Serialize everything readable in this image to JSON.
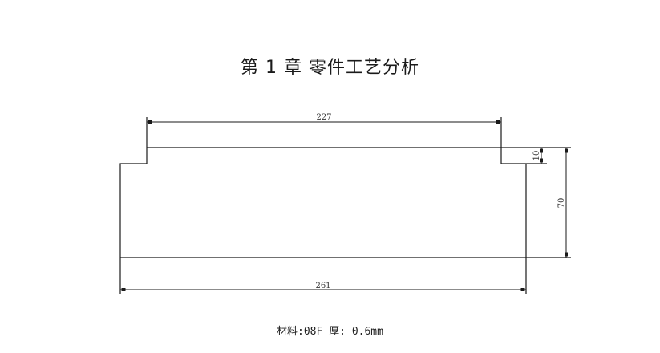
{
  "title": "第 1 章  零件工艺分析",
  "drawing": {
    "dimensions": {
      "top_width": "227",
      "bottom_width": "261",
      "step_height": "10",
      "total_height": "70"
    },
    "line_color": "#1a1a1a"
  },
  "caption": "材料:08F  厚: 0.6mm"
}
